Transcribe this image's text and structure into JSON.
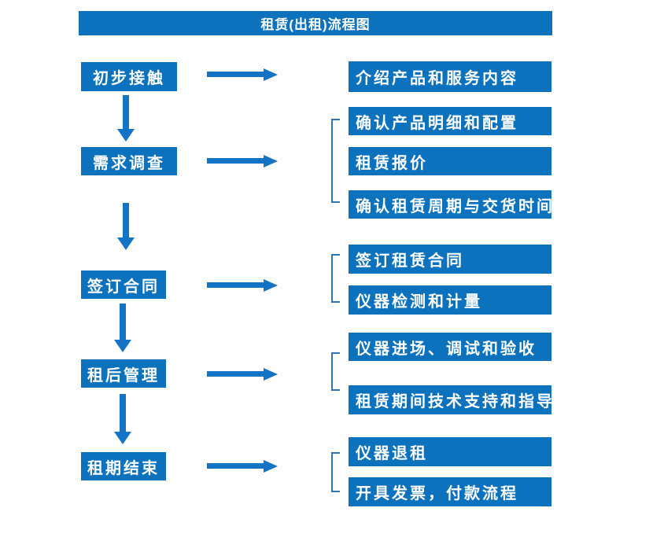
{
  "title": "租赁(出租)流程图",
  "colors": {
    "box_blue": "#0d72bd",
    "arrow_blue": "#1373c4",
    "bracket_blue": "#2e75b6",
    "text_white": "#ffffff"
  },
  "stages": [
    {
      "label": "初步接触",
      "details": [
        "介绍产品和服务内容"
      ]
    },
    {
      "label": "需求调查",
      "details": [
        "确认产品明细和配置",
        "租赁报价",
        "确认租赁周期与交货时间"
      ]
    },
    {
      "label": "签订合同",
      "details": [
        "签订租赁合同",
        "仪器检测和计量"
      ]
    },
    {
      "label": "租后管理",
      "details": [
        "仪器进场、调试和验收",
        "租赁期间技术支持和指导"
      ]
    },
    {
      "label": "租期结束",
      "details": [
        "仪器退租",
        "开具发票，付款流程"
      ]
    }
  ]
}
